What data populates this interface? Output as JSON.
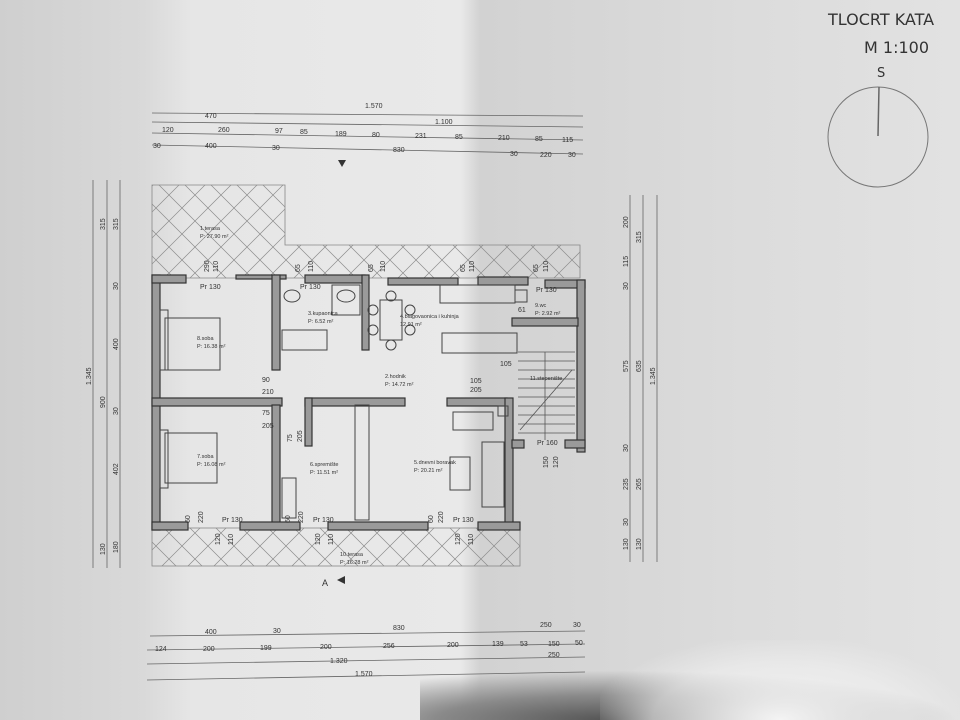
{
  "title": "TLOCRT KATA",
  "scale": "M 1:100",
  "north_label": "S",
  "dimensions": {
    "top": [
      "1.570",
      "470",
      "1.100",
      "120",
      "260",
      "97",
      "85",
      "189",
      "80",
      "231",
      "85",
      "210",
      "85",
      "115",
      "30",
      "400",
      "30",
      "830",
      "30",
      "220",
      "30"
    ],
    "bottom": [
      "400",
      "30",
      "830",
      "250",
      "30",
      "124",
      "200",
      "199",
      "200",
      "256",
      "200",
      "139",
      "53",
      "150",
      "50",
      "1.320",
      "250",
      "1.570"
    ],
    "left": [
      "1.345",
      "315",
      "315",
      "30",
      "900",
      "400",
      "30",
      "402",
      "130",
      "180"
    ],
    "right": [
      "200",
      "115",
      "30",
      "315",
      "575",
      "635",
      "1.345",
      "30",
      "235",
      "265",
      "30",
      "130",
      "130"
    ],
    "openings": [
      "290",
      "110",
      "Pr 130",
      "65",
      "110",
      "Pr 130",
      "65",
      "110",
      "65",
      "110",
      "65",
      "110",
      "Pr 130",
      "61",
      "105",
      "90",
      "210",
      "105",
      "205",
      "75",
      "205",
      "75",
      "205",
      "Pr 160",
      "150",
      "120",
      "60",
      "220",
      "Pr 130",
      "120",
      "110",
      "60",
      "220",
      "Pr 130",
      "120",
      "110",
      "60",
      "220",
      "Pr 130",
      "120",
      "110"
    ]
  },
  "rooms": [
    {
      "name": "1.terasa",
      "area": "P: 27.90 m²"
    },
    {
      "name": "3.kupaonica",
      "area": "P: 6.52 m²"
    },
    {
      "name": "4.blagovaonica i kuhinja",
      "area": "12.91 m²"
    },
    {
      "name": "9.wc",
      "area": "P: 2.92 m²"
    },
    {
      "name": "8.soba",
      "area": "P: 16.38 m²"
    },
    {
      "name": "2.hodnik",
      "area": "P: 14.72 m²"
    },
    {
      "name": "11.stepenište",
      "area": ""
    },
    {
      "name": "7.soba",
      "area": "P: 16.08 m²"
    },
    {
      "name": "6.spremište",
      "area": "P: 11.51 m²"
    },
    {
      "name": "5.dnevni boravak",
      "area": "P: 20.21 m²"
    },
    {
      "name": "10.terasa",
      "area": "P: 16.28 m²"
    }
  ],
  "section_marker": "A"
}
